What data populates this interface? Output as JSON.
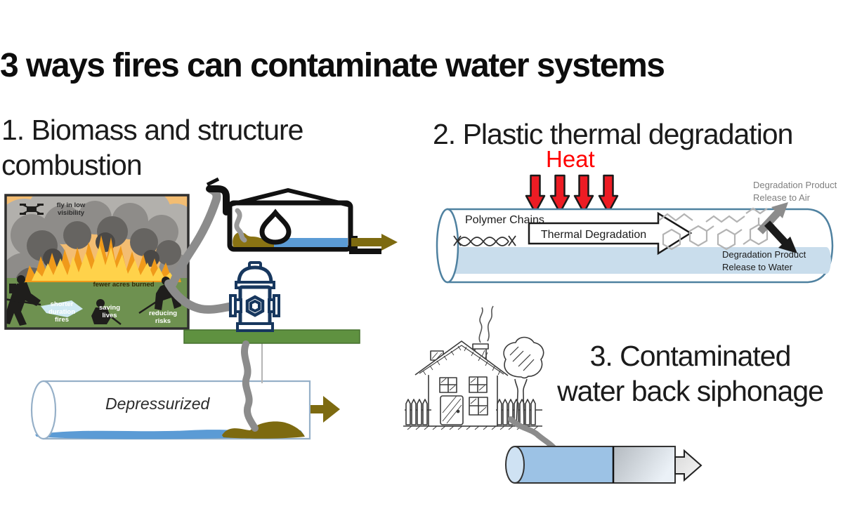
{
  "title": "3 ways fires can contaminate water systems",
  "section1": {
    "heading_line1": "1. Biomass and structure",
    "heading_line2": "combustion",
    "fire": {
      "drone_line1": "fly in low",
      "drone_line2": "visibility",
      "acres": "fewer acres burned",
      "duration_line1": "shorter",
      "duration_line2": "duration",
      "duration_line3": "fires",
      "lives_line1": "saving",
      "lives_line2": "lives",
      "risks_line1": "reducing",
      "risks_line2": "risks"
    },
    "pipe_label": "Depressurized"
  },
  "section2": {
    "heading": "2. Plastic thermal degradation",
    "heat_label": "Heat",
    "polymer_label": "Polymer Chains",
    "degradation_arrow_label": "Thermal Degradation",
    "release_air_line1": "Degradation Product",
    "release_air_line2": "Release to Air",
    "release_water_line1": "Degradation Product",
    "release_water_line2": "Release to Water"
  },
  "section3": {
    "heading_line1": "3. Contaminated",
    "heading_line2": "water back siphonage"
  },
  "colors": {
    "heat_red": "#ff0000",
    "arrow_red": "#ed1c24",
    "water_blue": "#5b9bd5",
    "pale_water_blue": "#c9ddec",
    "pipe3_blue": "#9cc2e5",
    "contaminant_olive": "#7d6a10",
    "smoke_gray": "#8c8c8c",
    "ground_green": "#5f9140",
    "sky_orange": "#f3bd72",
    "hydrant_navy": "#17375e"
  }
}
